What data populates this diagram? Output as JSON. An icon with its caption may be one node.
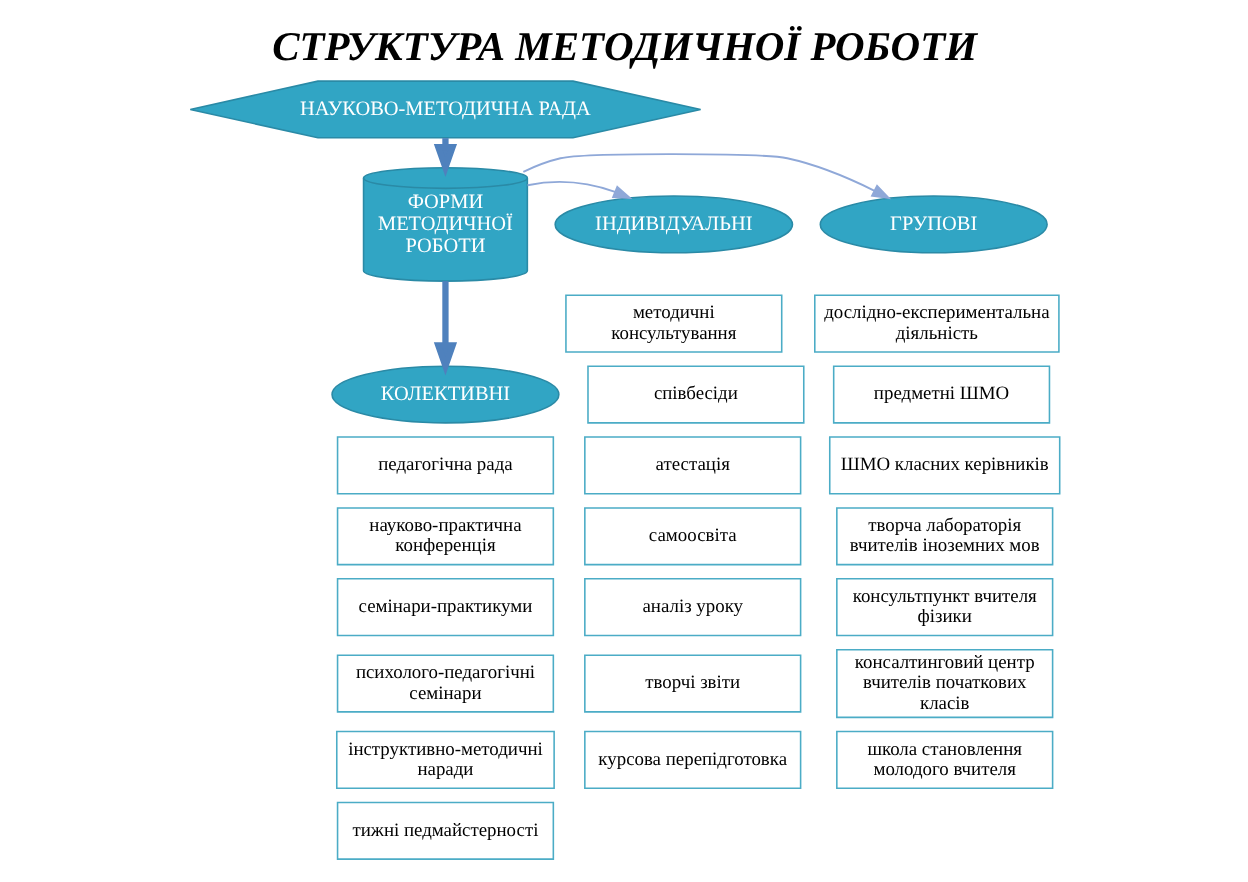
{
  "diagram": {
    "title": "СТРУКТУРА МЕТОДИЧНОЇ РОБОТИ",
    "nodes": [
      {
        "text": [
          "НАУКОВО-МЕТОДИЧНА РАДА"
        ]
      },
      {
        "text": [
          "ГРУПОВІ"
        ]
      },
      {
        "text": [
          "ФОРМИ МЕТОДИЧНОЇ РОБОТИ"
        ]
      },
      {
        "text": [
          "ІНДИВІДУАЛЬНІ"
        ]
      },
      {
        "text": [
          "дослідно-експериментальна діяльність"
        ]
      },
      {
        "text": [
          "предметні ШМО"
        ]
      },
      {
        "text": [
          "ШМО класних керівників"
        ]
      },
      {
        "text": [
          "творча лабораторія вчителів іноземних мов"
        ]
      },
      {
        "text": [
          "консультпункт вчителя фізики"
        ]
      },
      {
        "text": [
          "консалтинговий центр вчителів початкових класів"
        ]
      },
      {
        "text": [
          "школа становлення молодого вчителя"
        ]
      },
      {
        "text": [
          "КОЛЕКТИВНІ"
        ]
      },
      {
        "text": [
          "педагогічна рада"
        ]
      },
      {
        "text": [
          "науково-практична конференція"
        ]
      },
      {
        "text": [
          "семінари-практикуми"
        ]
      },
      {
        "text": [
          "психолого-педагогічні семінари"
        ]
      },
      {
        "text": [
          "інструктивно-методичні наради"
        ]
      },
      {
        "text": [
          "тижні педмайстерності"
        ]
      },
      {
        "text": [
          "методичні консультування"
        ]
      },
      {
        "text": [
          "співбесіди"
        ]
      },
      {
        "text": [
          "атестація"
        ]
      },
      {
        "text": [
          "самоосвіта"
        ]
      },
      {
        "text": [
          "аналіз уроку"
        ]
      },
      {
        "text": [
          "творчі звіти"
        ]
      },
      {
        "text": [
          "курсова перепідготовка"
        ]
      }
    ],
    "edges": [
      {
        "from": 0,
        "to": 2,
        "arrow": "to",
        "style": "thick"
      },
      {
        "from": 2,
        "to": 1,
        "arrow": "to"
      },
      {
        "from": 2,
        "to": 3,
        "arrow": "to"
      },
      {
        "from": 2,
        "to": 11,
        "arrow": "to",
        "style": "thick"
      }
    ]
  }
}
